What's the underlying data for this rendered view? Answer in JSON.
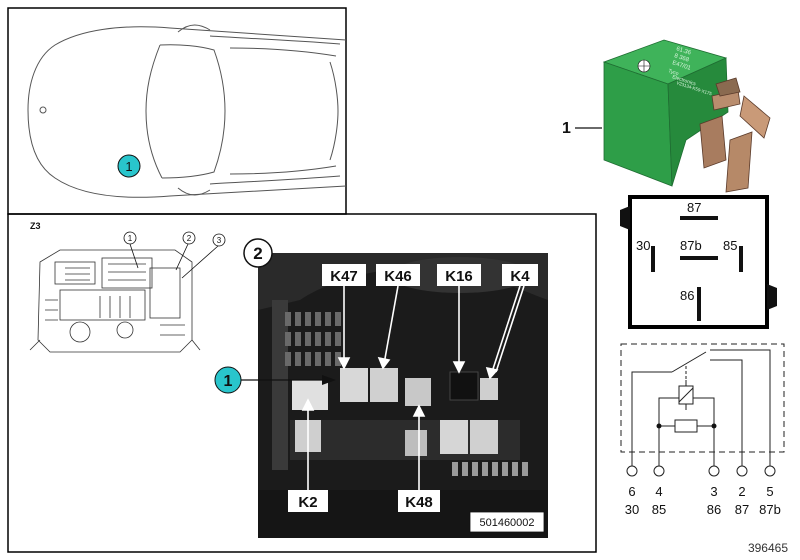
{
  "car_view": {
    "callout_number": "1"
  },
  "engine_view": {
    "view_tag": "Z3",
    "callouts": [
      "1",
      "2",
      "3"
    ]
  },
  "photo": {
    "panel_number": "2",
    "callout_number": "1",
    "relay_labels": {
      "k47": "K47",
      "k46": "K46",
      "k16": "K16",
      "k4": "K4",
      "k2": "K2",
      "k48": "K48"
    },
    "photo_id": "501460002"
  },
  "relay": {
    "part_callout": "1",
    "label_lines": [
      "61.36",
      "8 368",
      "E47/01",
      "Tyco",
      "Electronics",
      "V23134-K59-X175"
    ]
  },
  "pin_diagram": {
    "pins": {
      "top": "87",
      "left": "30",
      "center": "87b",
      "right": "85",
      "bottom": "86"
    }
  },
  "schematic": {
    "pins": [
      {
        "top": "6",
        "bottom": "30"
      },
      {
        "top": "4",
        "bottom": "85"
      },
      {
        "top": "3",
        "bottom": "86"
      },
      {
        "top": "2",
        "bottom": "87"
      },
      {
        "top": "5",
        "bottom": "87b"
      }
    ]
  },
  "diagram_id": "396465",
  "colors": {
    "callout_cyan": "#29c5cc",
    "relay_green": "#2e9e48",
    "photo_dark": "#1b1b1b"
  }
}
